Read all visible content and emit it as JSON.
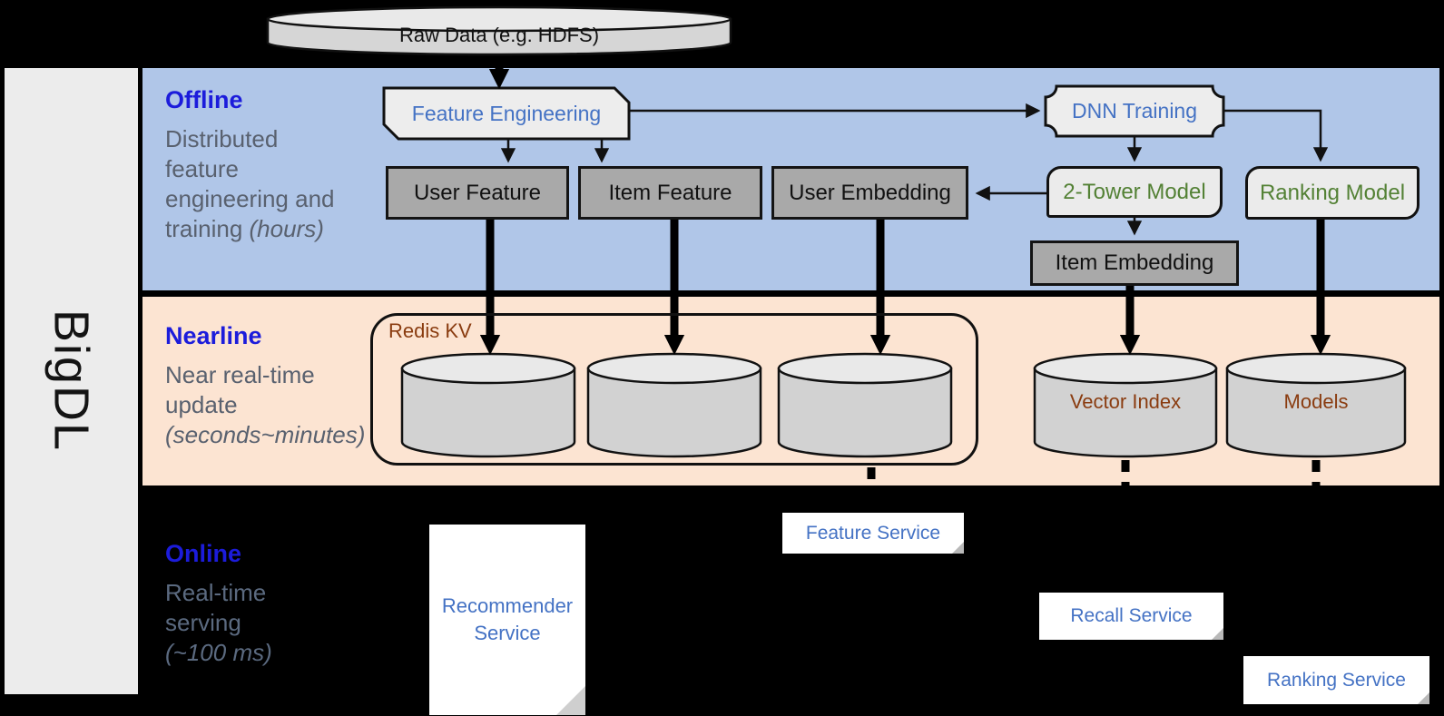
{
  "brand": {
    "logo_text": "BigDL"
  },
  "data_source": {
    "label": "Raw Data (e.g. HDFS)"
  },
  "sections": {
    "offline": {
      "title": "Offline",
      "description": "Distributed\nfeature\nengineering and\ntraining ",
      "duration": "(hours)"
    },
    "nearline": {
      "title": "Nearline",
      "description": "Near real-time\nupdate\n",
      "duration": "(seconds~minutes)"
    },
    "online": {
      "title": "Online",
      "description": "Real-time\nserving\n",
      "duration": "(~100 ms)"
    }
  },
  "offline_nodes": {
    "feature_engineering": "Feature Engineering",
    "dnn_training": "DNN Training",
    "user_feature": "User Feature",
    "item_feature": "Item Feature",
    "user_embedding": "User Embedding",
    "two_tower_model": "2-Tower Model",
    "ranking_model": "Ranking Model",
    "item_embedding": "Item Embedding"
  },
  "nearline_nodes": {
    "redis_kv_label": "Redis KV",
    "vector_index": "Vector Index",
    "models": "Models"
  },
  "online_nodes": {
    "recommender_service": "Recommender Service",
    "feature_service": "Feature Service",
    "recall_service": "Recall Service",
    "ranking_service": "Ranking Service"
  },
  "colors": {
    "offline_band": "#b0c6e8",
    "nearline_band": "#fce4d2",
    "online_background": "#000000",
    "section_title_blue": "#1c1cdb",
    "section_desc_gray": "#59616f",
    "node_blue": "#4472c4",
    "node_green": "#538135",
    "storage_brown": "#8a3c10",
    "gray_node_fill": "#a9a9a9",
    "light_node_fill": "#ebebeb",
    "cylinder_fill": "#d2d2d2",
    "sidebar_fill": "#ececec"
  }
}
